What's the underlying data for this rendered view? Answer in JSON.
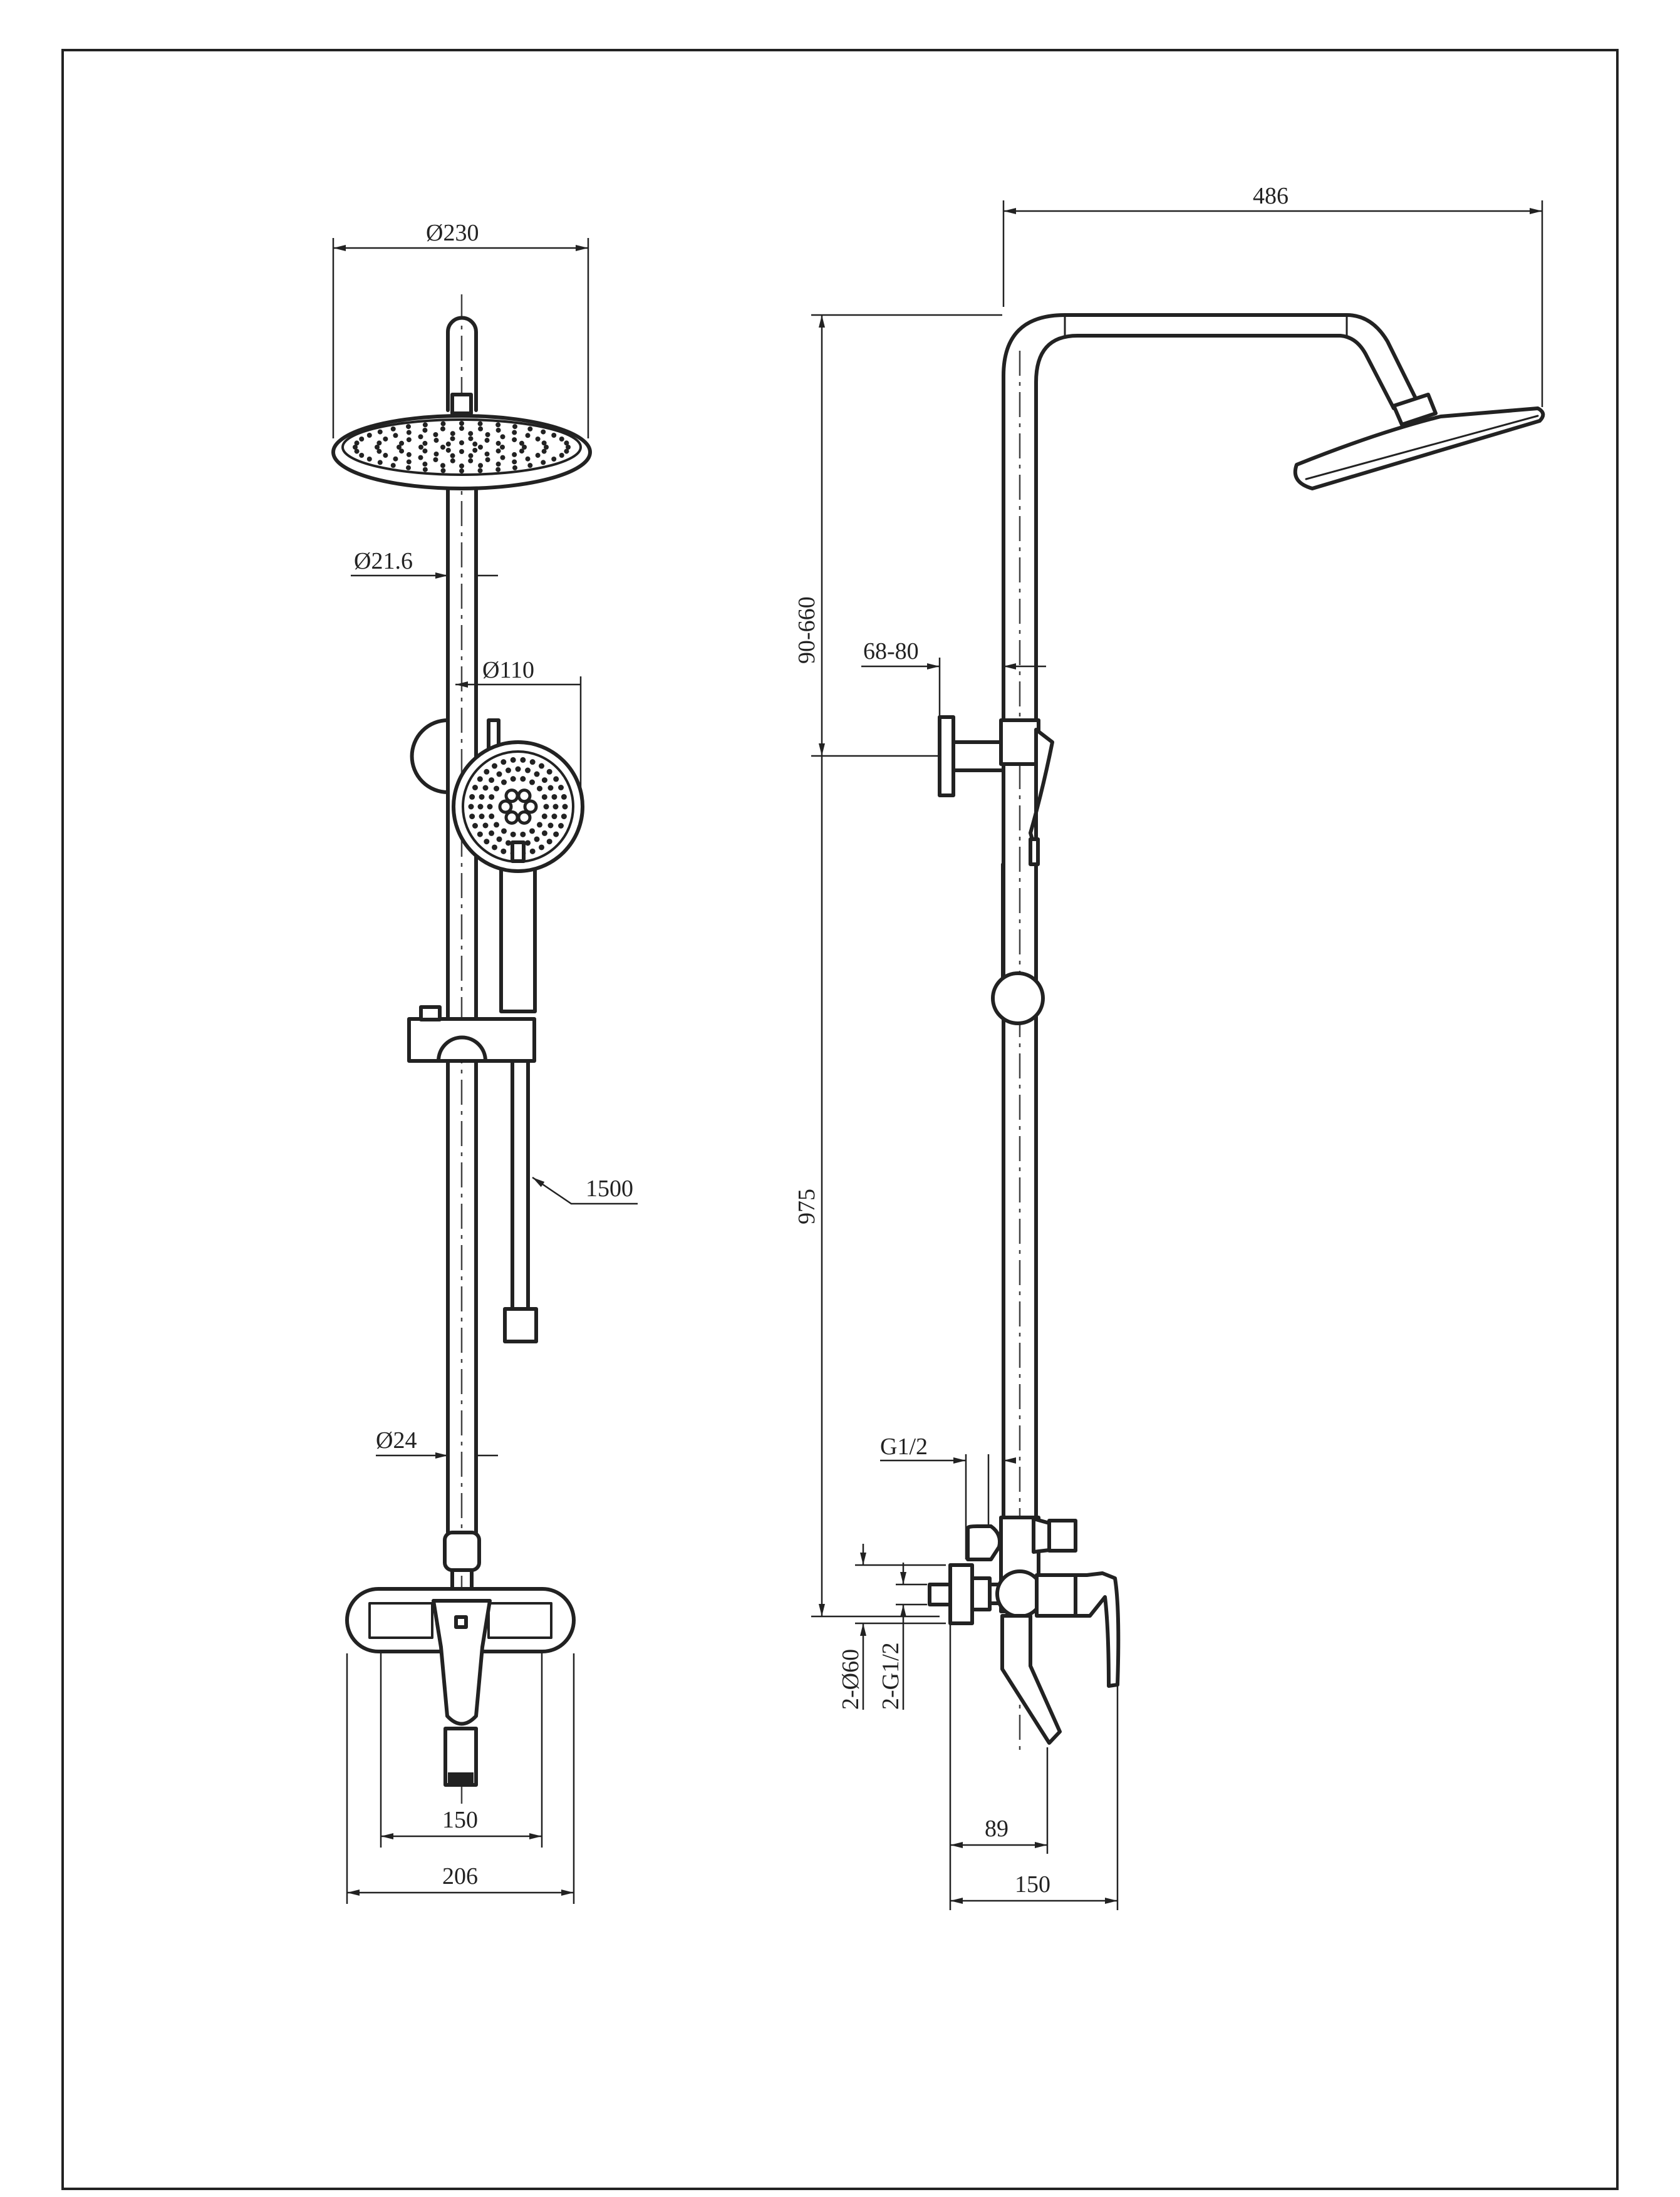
{
  "drawing": {
    "title": "Shower system dimension drawing",
    "front_view": {
      "head_diameter": "Ø230",
      "upper_rod_diameter": "Ø21.6",
      "hand_shower_diameter": "Ø110",
      "hose_length": "1500",
      "lower_rod_diameter": "Ø24",
      "inlet_spacing": "150",
      "mixer_width": "206"
    },
    "side_view": {
      "arm_reach": "486",
      "upper_adjust": "90-660",
      "column_height": "975",
      "bracket_offset": "68-80",
      "connection_thread": "G1/2",
      "flange_diameter": "2-Ø60",
      "inlet_thread": "2-G1/2",
      "spout_projection": "89",
      "mixer_projection": "150"
    }
  }
}
